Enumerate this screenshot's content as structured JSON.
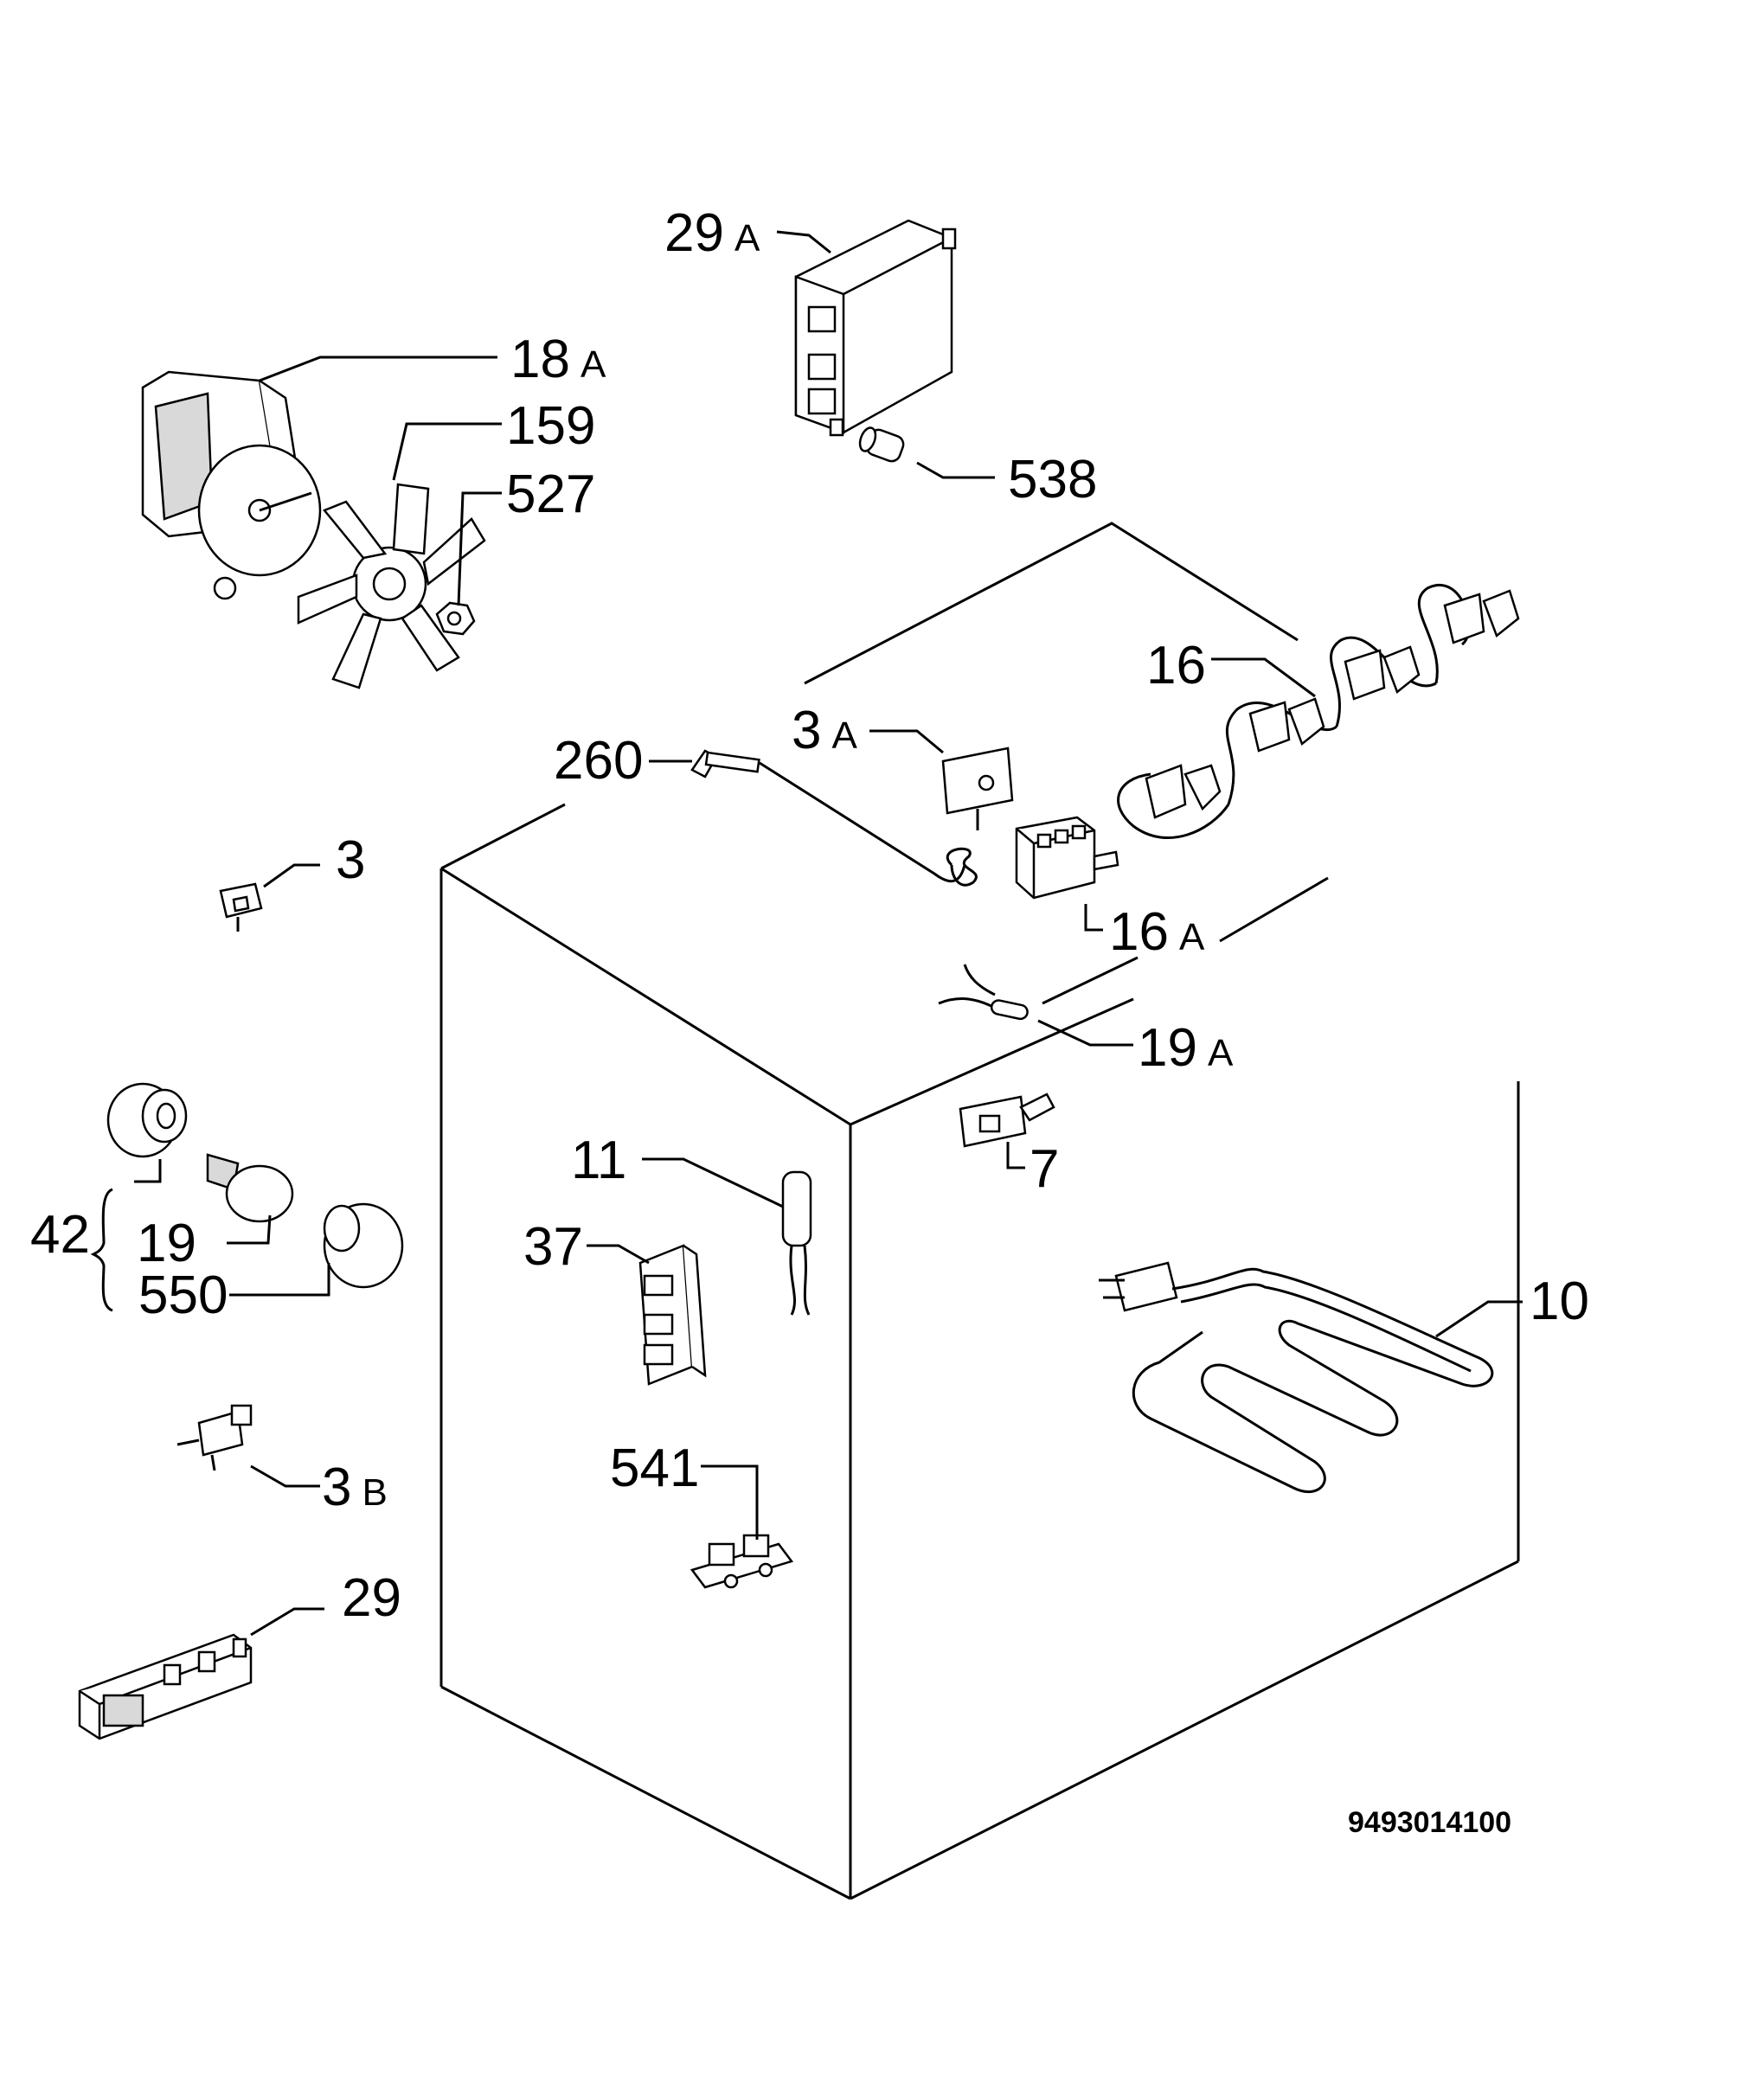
{
  "labels": {
    "l29A_num": "29",
    "l29A_suf": "A",
    "l18A_num": "18",
    "l18A_suf": "A",
    "l159": "159",
    "l527": "527",
    "l538": "538",
    "l16": "16",
    "l3A_num": "3",
    "l3A_suf": "A",
    "l260": "260",
    "l3": "3",
    "l16A_num": "16",
    "l16A_suf": "A",
    "l19A_num": "19",
    "l19A_suf": "A",
    "l42": "42",
    "l19": "19",
    "l550": "550",
    "l11": "11",
    "l37": "37",
    "l7": "7",
    "l10": "10",
    "l3B_num": "3",
    "l3B_suf": "B",
    "l541": "541",
    "l29": "29"
  },
  "drawing_code": "9493014100"
}
